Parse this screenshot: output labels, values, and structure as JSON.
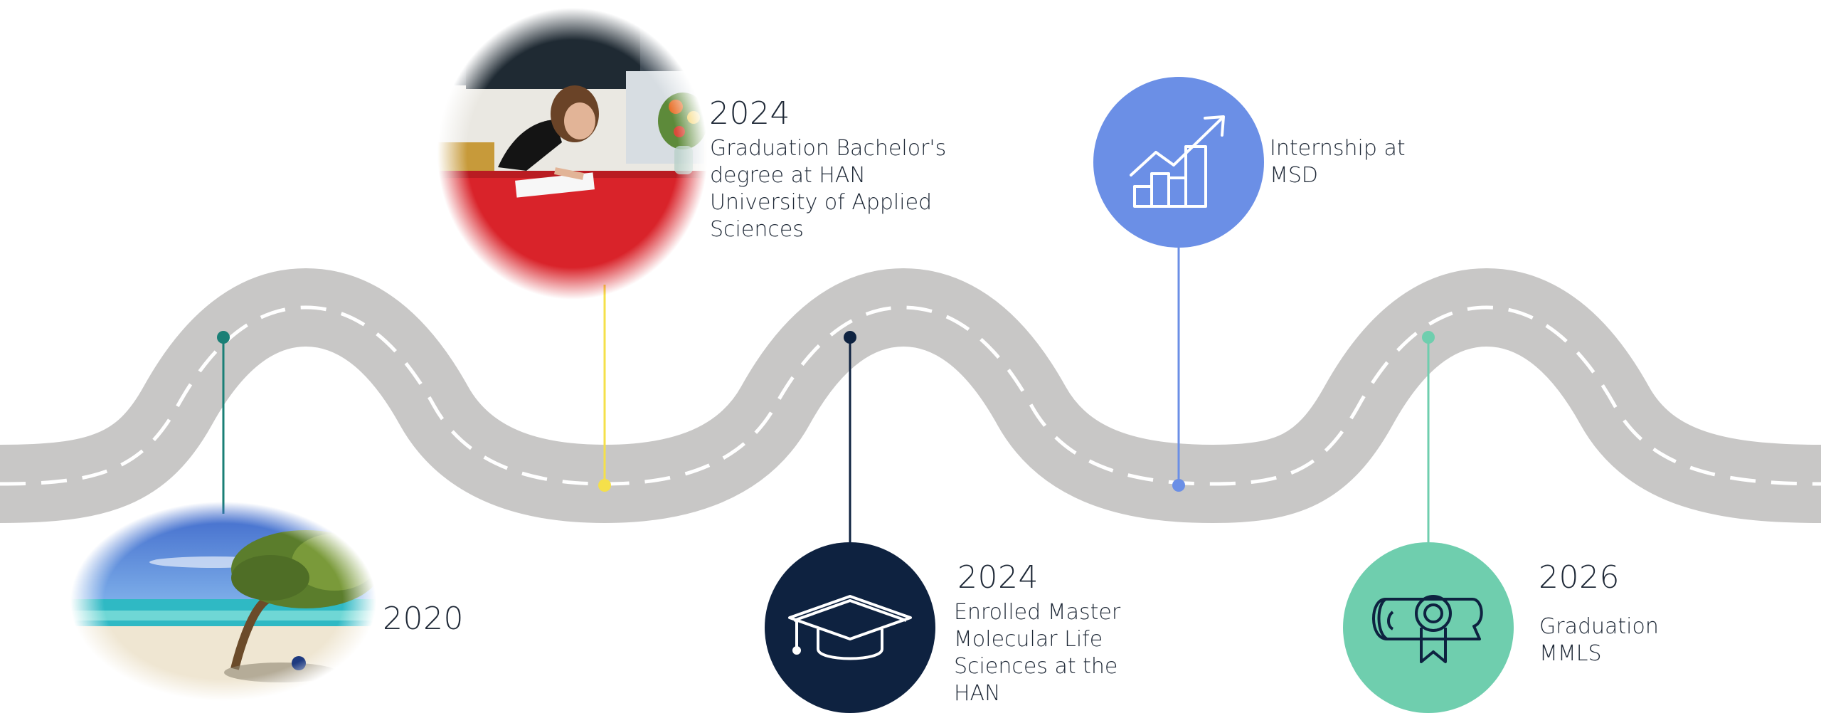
{
  "colors": {
    "road": "#c8c7c6",
    "road_dash": "#ffffff",
    "teal": "#1a7f76",
    "yellow": "#f5e04a",
    "navy": "#0e2240",
    "blue": "#6b8fe6",
    "mint": "#6fceae"
  },
  "milestones": [
    {
      "id": "m2020",
      "year": "2020",
      "description": "",
      "visual": "photo: tree on a tropical beach",
      "color": "#1a7f76"
    },
    {
      "id": "m2024a",
      "year": "2024",
      "description_lines": [
        "Graduation Bachelor's",
        "degree at HAN",
        "University of Applied",
        "Sciences"
      ],
      "visual": "photo: graduate signing a document at a red table",
      "color": "#f5e04a"
    },
    {
      "id": "m2024b",
      "year": "2024",
      "description_lines": [
        "Enrolled Master",
        "Molecular Life",
        "Sciences at the",
        "HAN"
      ],
      "visual": "graduation-cap-icon",
      "color": "#0e2240"
    },
    {
      "id": "mmsd",
      "year": "",
      "description_lines": [
        "Internship at",
        "MSD"
      ],
      "visual": "growth-chart-icon",
      "color": "#6b8fe6"
    },
    {
      "id": "m2026",
      "year": "2026",
      "description_lines": [
        "Graduation",
        "MMLS"
      ],
      "visual": "diploma-icon",
      "color": "#6fceae"
    }
  ]
}
